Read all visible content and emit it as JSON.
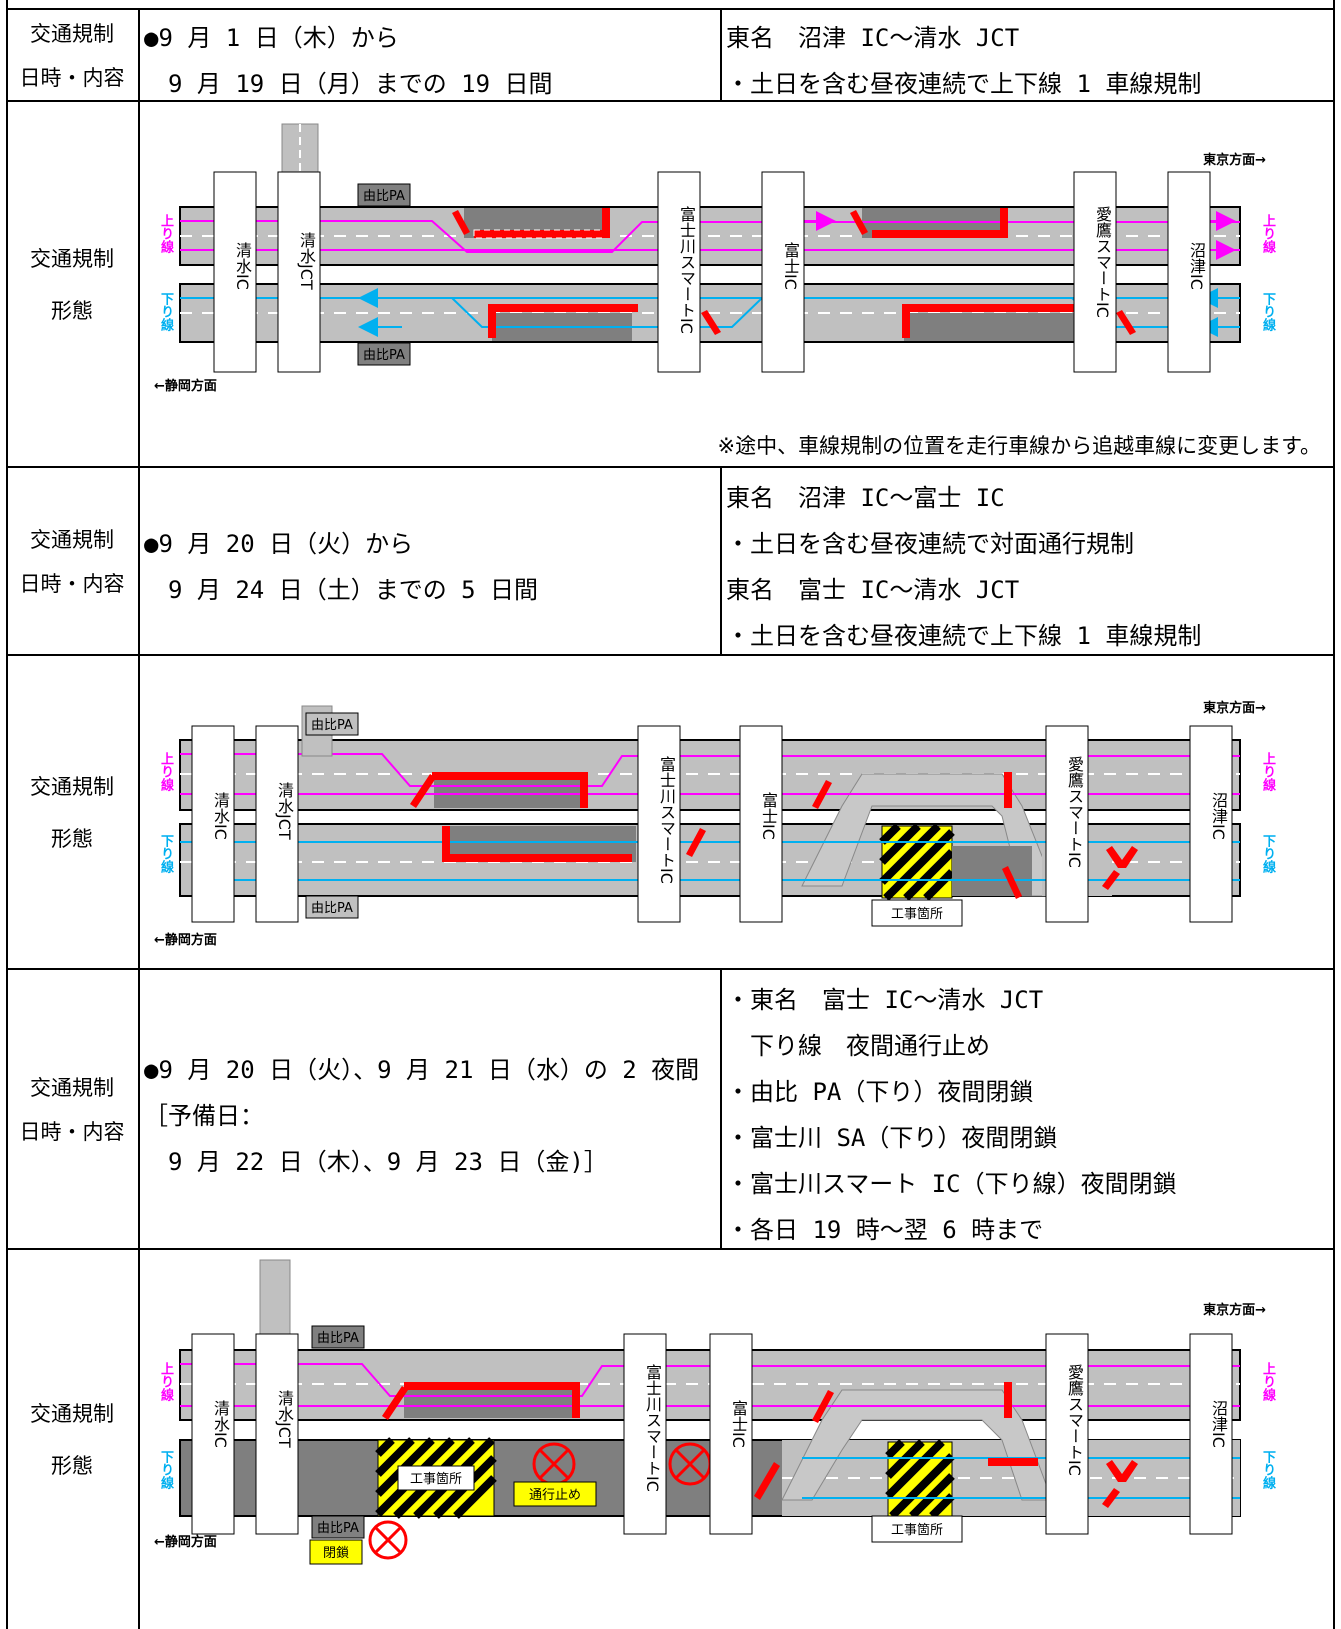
{
  "labels": {
    "datetime": [
      "交通規制",
      "日時・内容"
    ],
    "form": [
      "交通規制",
      "形態"
    ]
  },
  "section1": {
    "date": [
      "●9 月 1 日（木）から",
      "　9 月 19 日（月）までの 19 日間"
    ],
    "content": [
      "東名　沼津 IC〜清水 JCT",
      "・土日を含む昼夜連続で上下線 1 車線規制"
    ],
    "note": "※途中、車線規制の位置を走行車線から追越車線に変更します。"
  },
  "section2": {
    "date": [
      "●9 月 20 日（火）から",
      "　9 月 24 日（土）までの 5 日間"
    ],
    "content": [
      "東名　沼津 IC〜富士 IC",
      "・土日を含む昼夜連続で対面通行規制",
      "東名　富士 IC〜清水 JCT",
      "・土日を含む昼夜連続で上下線 1 車線規制"
    ]
  },
  "section3": {
    "date": [
      "●9 月 20 日（火）、9 月 21 日（水）の 2 夜間",
      "［予備日：",
      "　9 月 22 日（木）、9 月 23 日（金)］"
    ],
    "content": [
      "・東名　富士 IC〜清水 JCT",
      "　下り線　夜間通行止め",
      "・由比 PA（下り）夜間閉鎖",
      "・富士川 SA（下り）夜間閉鎖",
      "・富士川スマート IC（下り線）夜間閉鎖",
      "・各日 19 時〜翌 6 時まで"
    ]
  },
  "diagram": {
    "tokyo": "東京方面→",
    "shizuoka": "←静岡方面",
    "up_line": "上り線",
    "down_line": "下り線",
    "yui_pa": "由比PA",
    "work_site": "工事箇所",
    "closure": "通行止め",
    "closed": "閉鎖",
    "ic": {
      "shimizu_ic": "清水IC",
      "shimizu_jct": "清水JCT",
      "fujikawa_smart": "富士川スマートIC",
      "fuji_ic": "富士IC",
      "ashitaka_smart": "愛鷹スマートIC",
      "numazu_ic": "沼津IC"
    }
  },
  "colors": {
    "up": "#ff00ff",
    "down": "#00b0f0",
    "road": "#c0c0c0",
    "closed": "#7f7f7f",
    "cone": "#ff0000",
    "warn": "#ffff00"
  }
}
